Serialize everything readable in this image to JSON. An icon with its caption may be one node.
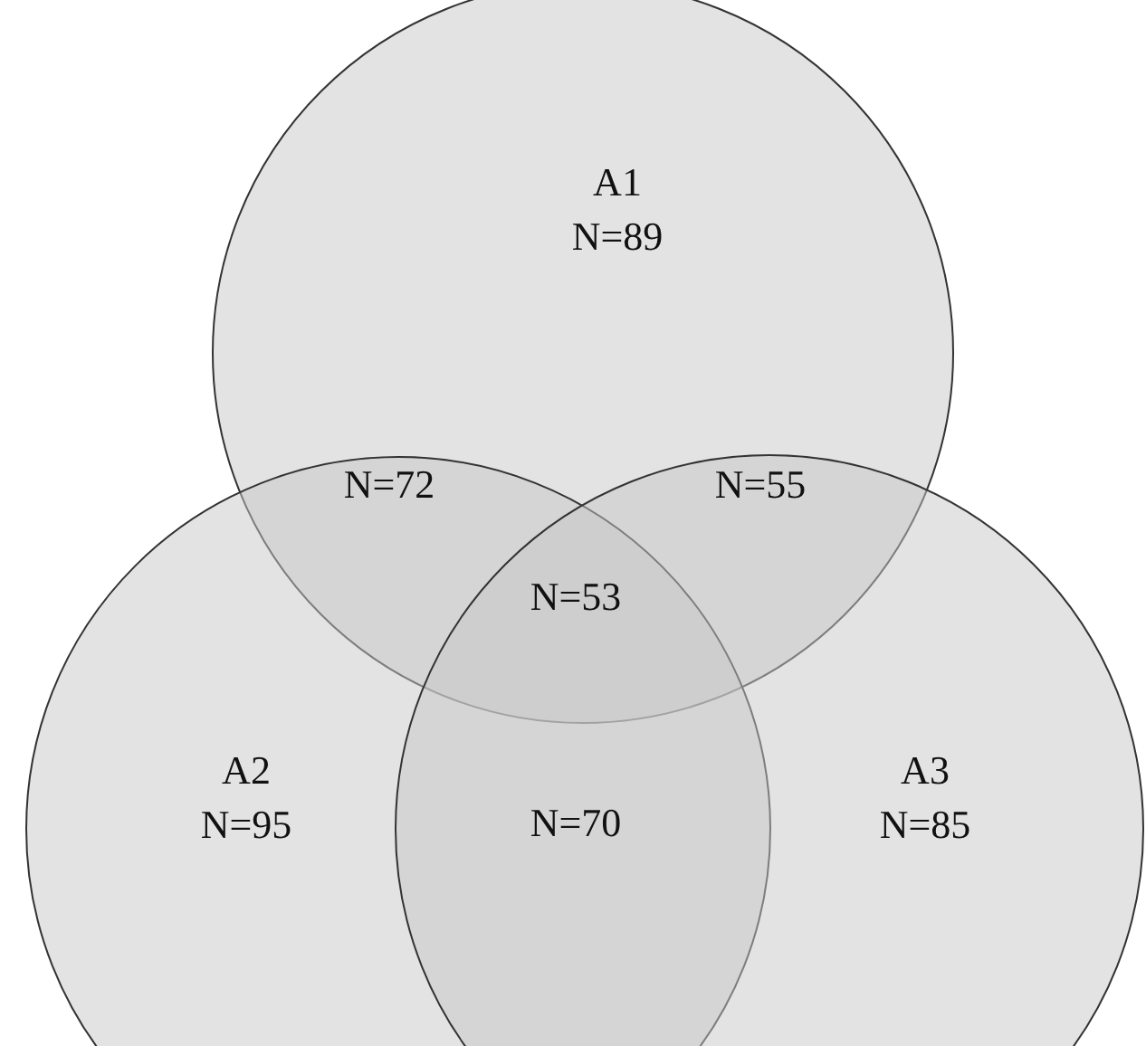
{
  "diagram": {
    "nodes": [
      {
        "text": [
          "A1",
          "N=89"
        ]
      },
      {
        "text": [
          "A2",
          "N=95"
        ]
      },
      {
        "text": [
          "A3",
          "N=85"
        ]
      }
    ],
    "labels": [
      "N=72",
      "N=55",
      "N=53",
      "N=70"
    ]
  }
}
